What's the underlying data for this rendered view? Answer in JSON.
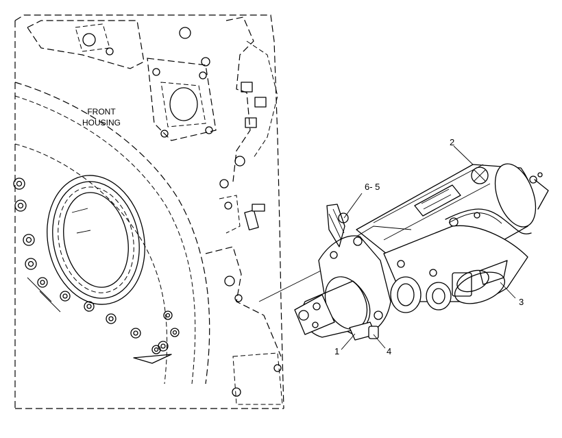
{
  "diagram": {
    "housing_label_line1": "FRONT",
    "housing_label_line2": "HOUSING",
    "callouts": [
      {
        "id": "1",
        "text": "1"
      },
      {
        "id": "2",
        "text": "2"
      },
      {
        "id": "3",
        "text": "3"
      },
      {
        "id": "4",
        "text": "4"
      },
      {
        "id": "6-5",
        "text": "6- 5"
      }
    ]
  }
}
